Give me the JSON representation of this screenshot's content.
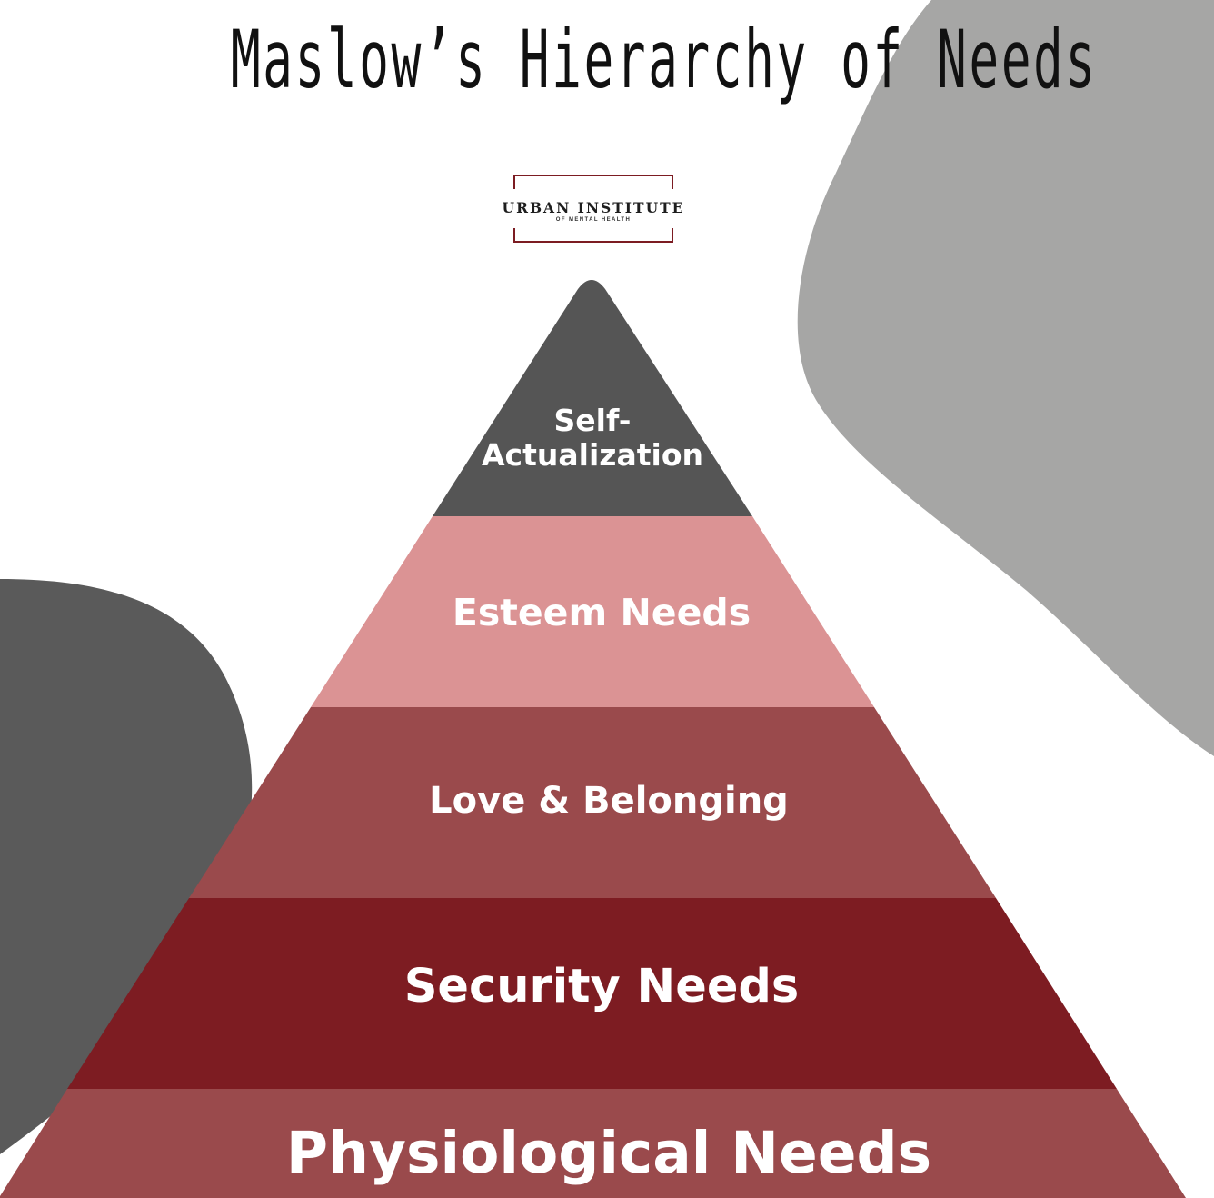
{
  "title": "Maslow’s Hierarchy of Needs",
  "logo": {
    "name": "URBAN INSTITUTE",
    "subtitle": "OF MENTAL HEALTH"
  },
  "pyramid": {
    "tiers": [
      {
        "label_line1": "Self-",
        "label_line2": "Actualization",
        "color": "#555555"
      },
      {
        "label": "Esteem Needs",
        "color": "#db9394"
      },
      {
        "label": "Love & Belonging",
        "color": "#9a4a4c"
      },
      {
        "label": "Security Needs",
        "color": "#7d1c22"
      },
      {
        "label": "Physiological Needs",
        "color": "#9a4a4c"
      }
    ]
  },
  "colors": {
    "blob_left": "#5a5a5a",
    "blob_right": "#a6a6a5",
    "logo_accent": "#7c1c22"
  }
}
